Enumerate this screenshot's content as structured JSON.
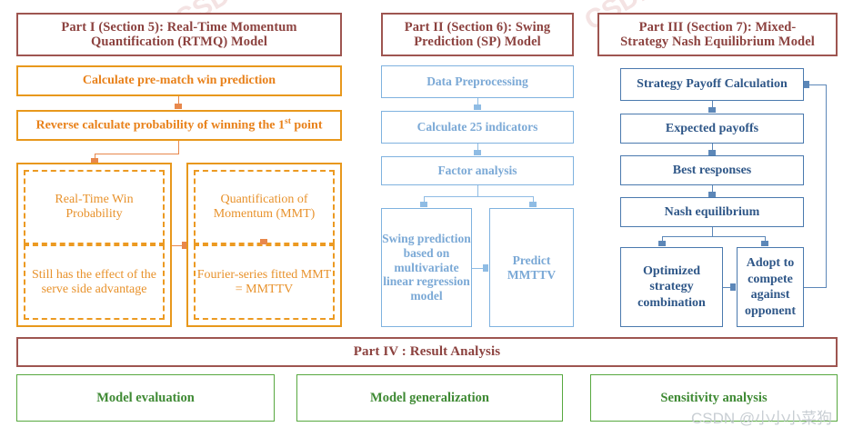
{
  "diagram": {
    "title": "Tennis Momentum Modeling Framework Flowchart",
    "colors": {
      "header": "#9E5550",
      "part1": "#E8981C",
      "part2": "#7FB2DF",
      "part3": "#2F5788",
      "part4": "#57A83F"
    }
  },
  "part1": {
    "header": "Part I (Section 5): Real-Time Momentum Quantification (RTMQ) Model",
    "header_line1": "Part I (Section 5): Real-Time Momentum",
    "header_line2": "Quantification (RTMQ) Model",
    "steps": [
      {
        "id": "pre-match-win-prediction",
        "label": "Calculate pre-match win prediction"
      },
      {
        "id": "reverse-calculate-probability",
        "label_pre": "Reverse calculate probability of winning the 1",
        "label_sup": "st",
        "label_post": " point"
      }
    ],
    "dashed_left": [
      {
        "id": "real-time-win-probability",
        "label": "Real-Time Win Probability"
      },
      {
        "id": "serve-side-advantage",
        "label": "Still has the effect of the serve side advantage"
      }
    ],
    "dashed_right": [
      {
        "id": "quantification-of-momentum",
        "label": "Quantification of Momentum (MMT)"
      },
      {
        "id": "fourier-series-fitted-mmt",
        "label": "Fourier-series fitted MMT = MMTTV"
      }
    ]
  },
  "part2": {
    "header": "Part II (Section 6): Swing Prediction (SP) Model",
    "header_line1": "Part II (Section 6): Swing",
    "header_line2": "Prediction (SP) Model",
    "steps": [
      {
        "id": "data-preprocessing",
        "label": "Data Preprocessing"
      },
      {
        "id": "calculate-25-indicators",
        "label": "Calculate 25 indicators"
      },
      {
        "id": "factor-analysis",
        "label": "Factor analysis"
      }
    ],
    "branches": [
      {
        "id": "swing-prediction-mlr-model",
        "label": "Swing prediction based on multivariate linear regression model"
      },
      {
        "id": "predict-mmttv",
        "label": "Predict MMTTV"
      }
    ]
  },
  "part3": {
    "header": "Part III (Section 7): Mixed-Strategy Nash Equilibrium Model",
    "header_line1": "Part III (Section 7): Mixed-",
    "header_line2": "Strategy Nash Equilibrium Model",
    "steps": [
      {
        "id": "strategy-payoff-calculation",
        "label": "Strategy Payoff Calculation"
      },
      {
        "id": "expected-payoffs",
        "label": "Expected payoffs"
      },
      {
        "id": "best-responses",
        "label": "Best responses"
      },
      {
        "id": "nash-equilibrium",
        "label": "Nash equilibrium"
      }
    ],
    "branches": [
      {
        "id": "optimized-strategy-combination",
        "label": "Optimized strategy combination"
      },
      {
        "id": "adopt-to-compete-against-opponent",
        "label": "Adopt to compete against opponent"
      }
    ]
  },
  "part4": {
    "header": "Part IV : Result Analysis",
    "items": [
      {
        "id": "model-evaluation",
        "label": "Model evaluation"
      },
      {
        "id": "model-generalization",
        "label": "Model generalization"
      },
      {
        "id": "sensitivity-analysis",
        "label": "Sensitivity analysis"
      }
    ]
  },
  "watermark": {
    "corner": "CSDN @小小小菜狗",
    "diagonal": "CSDN"
  }
}
